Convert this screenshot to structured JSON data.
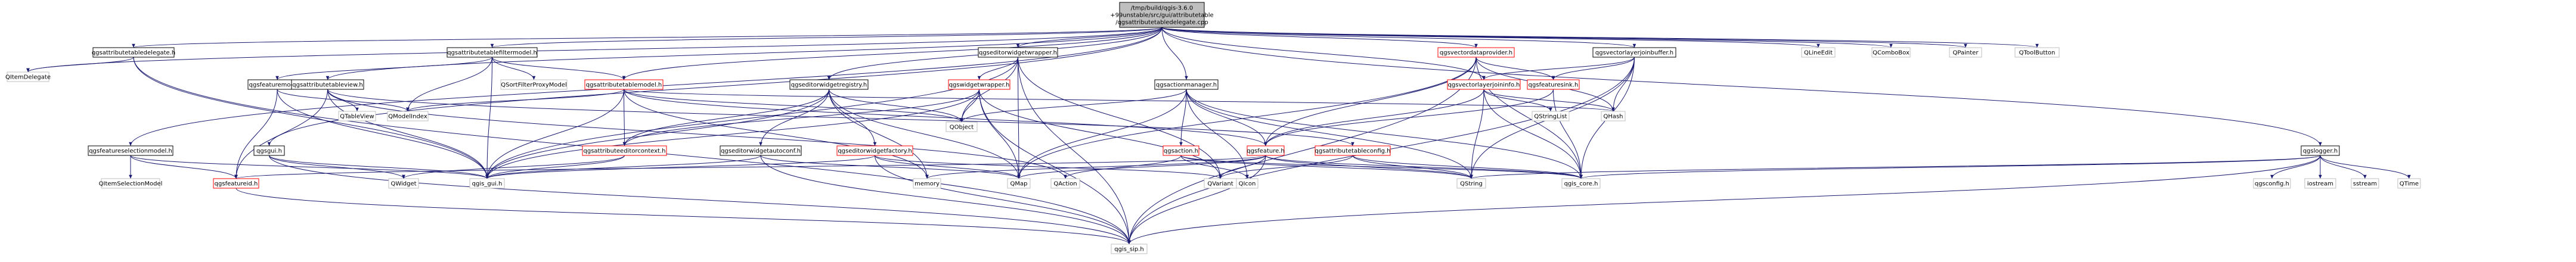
{
  "colors": {
    "edge": "#191970",
    "node_border": "#000000",
    "node_fill": "#ffffff",
    "root_fill": "#bfbfbf",
    "missing_border": "#bfbfbf",
    "red_border": "#ff0000"
  },
  "nodes": [
    {
      "id": "root",
      "lines": [
        "/tmp/build/qgis-3.6.0",
        "+99unstable/src/gui/attributetable",
        "/qgsattributetabledelegate.cpp"
      ],
      "style": "root"
    },
    {
      "id": "qgsattributetabledelegate_h",
      "lines": [
        "qgsattributetabledelegate.h"
      ],
      "style": "normal"
    },
    {
      "id": "QItemDelegate",
      "lines": [
        "QItemDelegate"
      ],
      "style": "missing"
    },
    {
      "id": "qgsattributetablefiltermodel_h",
      "lines": [
        "qgsattributetablefiltermodel.h"
      ],
      "style": "normal"
    },
    {
      "id": "qgsfeaturemodel_h",
      "lines": [
        "qgsfeaturemodel.h"
      ],
      "style": "normal"
    },
    {
      "id": "qgsattributetableview_h",
      "lines": [
        "qgsattributetableview.h"
      ],
      "style": "normal"
    },
    {
      "id": "QSortFilterProxyModel",
      "lines": [
        "QSortFilterProxyModel"
      ],
      "style": "missing"
    },
    {
      "id": "qgsattributetablemodel_h",
      "lines": [
        "qgsattributetablemodel.h"
      ],
      "style": "red"
    },
    {
      "id": "qgseditorwidgetwrapper_h",
      "lines": [
        "qgseditorwidgetwrapper.h"
      ],
      "style": "normal"
    },
    {
      "id": "qgseditorwidgetregistry_h",
      "lines": [
        "qgseditorwidgetregistry.h"
      ],
      "style": "normal"
    },
    {
      "id": "qgswidgetwrapper_h",
      "lines": [
        "qgswidgetwrapper.h"
      ],
      "style": "red"
    },
    {
      "id": "qgsactionmanager_h",
      "lines": [
        "qgsactionmanager.h"
      ],
      "style": "normal"
    },
    {
      "id": "qgsvectordataprovider_h",
      "lines": [
        "qgsvectordataprovider.h"
      ],
      "style": "red"
    },
    {
      "id": "qgsvectorlayerjoinbuffer_h",
      "lines": [
        "qgsvectorlayerjoinbuffer.h"
      ],
      "style": "normal"
    },
    {
      "id": "QLineEdit",
      "lines": [
        "QLineEdit"
      ],
      "style": "missing"
    },
    {
      "id": "QComboBox",
      "lines": [
        "QComboBox"
      ],
      "style": "missing"
    },
    {
      "id": "QPainter",
      "lines": [
        "QPainter"
      ],
      "style": "missing"
    },
    {
      "id": "QToolButton",
      "lines": [
        "QToolButton"
      ],
      "style": "missing"
    },
    {
      "id": "qgsfeatureselectionmodel_h",
      "lines": [
        "qgsfeatureselectionmodel.h"
      ],
      "style": "normal"
    },
    {
      "id": "QItemSelectionModel",
      "lines": [
        "QItemSelectionModel"
      ],
      "style": "missing"
    },
    {
      "id": "qgsgui_h",
      "lines": [
        "qgsgui.h"
      ],
      "style": "normal"
    },
    {
      "id": "QTableView",
      "lines": [
        "QTableView"
      ],
      "style": "missing"
    },
    {
      "id": "QModelIndex",
      "lines": [
        "QModelIndex"
      ],
      "style": "missing"
    },
    {
      "id": "qgsattributeeditorcontext_h",
      "lines": [
        "qgsattributeeditorcontext.h"
      ],
      "style": "red"
    },
    {
      "id": "qgseditorwidgetautoconf_h",
      "lines": [
        "qgseditorwidgetautoconf.h"
      ],
      "style": "normal"
    },
    {
      "id": "qgseditorwidgetfactory_h",
      "lines": [
        "qgseditorwidgetfactory.h"
      ],
      "style": "red"
    },
    {
      "id": "QObject",
      "lines": [
        "QObject"
      ],
      "style": "missing"
    },
    {
      "id": "qgsvectorlayerjoininfo_h",
      "lines": [
        "qgsvectorlayerjoininfo.h"
      ],
      "style": "red"
    },
    {
      "id": "qgsfeaturesink_h",
      "lines": [
        "qgsfeaturesink.h"
      ],
      "style": "red"
    },
    {
      "id": "qgsaction_h",
      "lines": [
        "qgsaction.h"
      ],
      "style": "red"
    },
    {
      "id": "qgsfeature_h",
      "lines": [
        "qgsfeature.h"
      ],
      "style": "red"
    },
    {
      "id": "qgsattributetableconfig_h",
      "lines": [
        "qgsattributetableconfig.h"
      ],
      "style": "red"
    },
    {
      "id": "QStringList",
      "lines": [
        "QStringList"
      ],
      "style": "missing"
    },
    {
      "id": "QHash",
      "lines": [
        "QHash"
      ],
      "style": "missing"
    },
    {
      "id": "qgslogger_h",
      "lines": [
        "qgslogger.h"
      ],
      "style": "normal"
    },
    {
      "id": "qgsfeatureid_h",
      "lines": [
        "qgsfeatureid.h"
      ],
      "style": "red"
    },
    {
      "id": "QWidget",
      "lines": [
        "QWidget"
      ],
      "style": "missing"
    },
    {
      "id": "qgis_gui_h",
      "lines": [
        "qgis_gui.h"
      ],
      "style": "missing"
    },
    {
      "id": "memory",
      "lines": [
        "memory"
      ],
      "style": "missing"
    },
    {
      "id": "QAction",
      "lines": [
        "QAction"
      ],
      "style": "missing"
    },
    {
      "id": "QMap",
      "lines": [
        "QMap"
      ],
      "style": "missing"
    },
    {
      "id": "QVariant",
      "lines": [
        "QVariant"
      ],
      "style": "missing"
    },
    {
      "id": "QIcon",
      "lines": [
        "QIcon"
      ],
      "style": "missing"
    },
    {
      "id": "QString",
      "lines": [
        "QString"
      ],
      "style": "missing"
    },
    {
      "id": "qgis_core_h",
      "lines": [
        "qgis_core.h"
      ],
      "style": "missing"
    },
    {
      "id": "qgsconfig_h",
      "lines": [
        "qgsconfig.h"
      ],
      "style": "missing"
    },
    {
      "id": "iostream",
      "lines": [
        "iostream"
      ],
      "style": "missing"
    },
    {
      "id": "sstream",
      "lines": [
        "sstream"
      ],
      "style": "missing"
    },
    {
      "id": "QTime",
      "lines": [
        "QTime"
      ],
      "style": "missing"
    },
    {
      "id": "qgis_sip_h",
      "lines": [
        "qgis_sip.h"
      ],
      "style": "missing"
    }
  ],
  "edges": [
    [
      "root",
      "qgsattributetabledelegate_h"
    ],
    [
      "root",
      "qgsattributetablefiltermodel_h"
    ],
    [
      "root",
      "qgsattributetableview_h"
    ],
    [
      "root",
      "qgsfeatureselectionmodel_h"
    ],
    [
      "root",
      "qgsgui_h"
    ],
    [
      "root",
      "qgseditorwidgetwrapper_h"
    ],
    [
      "root",
      "qgseditorwidgetregistry_h"
    ],
    [
      "root",
      "qgsactionmanager_h"
    ],
    [
      "root",
      "qgsvectordataprovider_h"
    ],
    [
      "root",
      "qgsvectorlayerjoinbuffer_h"
    ],
    [
      "root",
      "qgsvectorlayerjoininfo_h"
    ],
    [
      "root",
      "qgslogger_h"
    ],
    [
      "root",
      "QLineEdit"
    ],
    [
      "root",
      "QComboBox"
    ],
    [
      "root",
      "QPainter"
    ],
    [
      "root",
      "QToolButton"
    ],
    [
      "root",
      "QItemDelegate"
    ],
    [
      "root",
      "qgsattributetablemodel_h"
    ],
    [
      "qgsattributetabledelegate_h",
      "QItemDelegate"
    ],
    [
      "qgsattributetabledelegate_h",
      "qgis_gui_h"
    ],
    [
      "qgsattributetabledelegate_h",
      "qgis_sip_h"
    ],
    [
      "qgsattributetablefiltermodel_h",
      "QSortFilterProxyModel"
    ],
    [
      "qgsattributetablefiltermodel_h",
      "QModelIndex"
    ],
    [
      "qgsattributetablefiltermodel_h",
      "qgsattributetablemodel_h"
    ],
    [
      "qgsattributetablefiltermodel_h",
      "qgsfeaturemodel_h"
    ],
    [
      "qgsattributetablefiltermodel_h",
      "qgis_gui_h"
    ],
    [
      "qgsfeaturemodel_h",
      "QModelIndex"
    ],
    [
      "qgsfeaturemodel_h",
      "qgsfeatureid_h"
    ],
    [
      "qgsfeaturemodel_h",
      "qgis_gui_h"
    ],
    [
      "qgsattributetableview_h",
      "QTableView"
    ],
    [
      "qgsattributetableview_h",
      "QAction"
    ],
    [
      "qgsattributetableview_h",
      "qgsfeatureid_h"
    ],
    [
      "qgsattributetableview_h",
      "qgis_gui_h"
    ],
    [
      "qgsattributetableview_h",
      "qgsattributetableconfig_h"
    ],
    [
      "qgsattributetablemodel_h",
      "QModelIndex"
    ],
    [
      "qgsattributetablemodel_h",
      "QObject"
    ],
    [
      "qgsattributetablemodel_h",
      "QHash"
    ],
    [
      "qgsattributetablemodel_h",
      "qgsattributeeditorcontext_h"
    ],
    [
      "qgsattributetablemodel_h",
      "qgis_gui_h"
    ],
    [
      "qgsattributetablemodel_h",
      "memory"
    ],
    [
      "qgsattributetablemodel_h",
      "qgsfeature_h"
    ],
    [
      "qgseditorwidgetwrapper_h",
      "QMap"
    ],
    [
      "qgseditorwidgetwrapper_h",
      "QObject"
    ],
    [
      "qgseditorwidgetwrapper_h",
      "QVariant"
    ],
    [
      "qgseditorwidgetwrapper_h",
      "qgswidgetwrapper_h"
    ],
    [
      "qgseditorwidgetwrapper_h",
      "qgis_gui_h"
    ],
    [
      "qgseditorwidgetwrapper_h",
      "qgis_sip_h"
    ],
    [
      "qgseditorwidgetregistry_h",
      "QMap"
    ],
    [
      "qgseditorwidgetregistry_h",
      "QObject"
    ],
    [
      "qgseditorwidgetregistry_h",
      "qgseditorwidgetautoconf_h"
    ],
    [
      "qgseditorwidgetregistry_h",
      "qgseditorwidgetfactory_h"
    ],
    [
      "qgseditorwidgetregistry_h",
      "qgsattributeeditorcontext_h"
    ],
    [
      "qgseditorwidgetregistry_h",
      "qgis_gui_h"
    ],
    [
      "qgseditorwidgetregistry_h",
      "memory"
    ],
    [
      "qgswidgetwrapper_h",
      "QMap"
    ],
    [
      "qgswidgetwrapper_h",
      "QObject"
    ],
    [
      "qgswidgetwrapper_h",
      "QVariant"
    ],
    [
      "qgswidgetwrapper_h",
      "qgsattributeeditorcontext_h"
    ],
    [
      "qgswidgetwrapper_h",
      "qgis_gui_h"
    ],
    [
      "qgswidgetwrapper_h",
      "qgis_sip_h"
    ],
    [
      "qgsattributeeditorcontext_h",
      "QWidget"
    ],
    [
      "qgsattributeeditorcontext_h",
      "qgis_gui_h"
    ],
    [
      "qgseditorwidgetautoconf_h",
      "QMap"
    ],
    [
      "qgseditorwidgetautoconf_h",
      "qgis_gui_h"
    ],
    [
      "qgseditorwidgetautoconf_h",
      "qgis_sip_h"
    ],
    [
      "qgseditorwidgetfactory_h",
      "QMap"
    ],
    [
      "qgseditorwidgetfactory_h",
      "QVariant"
    ],
    [
      "qgseditorwidgetfactory_h",
      "qgis_gui_h"
    ],
    [
      "qgseditorwidgetfactory_h",
      "qgis_sip_h"
    ],
    [
      "qgsactionmanager_h",
      "QMap"
    ],
    [
      "qgsactionmanager_h",
      "QObject"
    ],
    [
      "qgsactionmanager_h",
      "QString"
    ],
    [
      "qgsactionmanager_h",
      "QIcon"
    ],
    [
      "qgsactionmanager_h",
      "qgsaction_h"
    ],
    [
      "qgsactionmanager_h",
      "qgsfeature_h"
    ],
    [
      "qgsactionmanager_h",
      "qgis_core_h"
    ],
    [
      "qgsaction_h",
      "QString"
    ],
    [
      "qgsaction_h",
      "QIcon"
    ],
    [
      "qgsaction_h",
      "QAction"
    ],
    [
      "qgsaction_h",
      "qgis_core_h"
    ],
    [
      "qgsvectordataprovider_h",
      "qgis_core_h"
    ],
    [
      "qgsvectordataprovider_h",
      "qgis_sip_h"
    ],
    [
      "qgsvectordataprovider_h",
      "QHash"
    ],
    [
      "qgsvectordataprovider_h",
      "qgsfeaturesink_h"
    ],
    [
      "qgsvectordataprovider_h",
      "qgsfeature_h"
    ],
    [
      "qgsvectordataprovider_h",
      "QMap"
    ],
    [
      "qgsvectorlayerjoinbuffer_h",
      "qgis_core_h"
    ],
    [
      "qgsvectorlayerjoinbuffer_h",
      "qgis_sip_h"
    ],
    [
      "qgsvectorlayerjoinbuffer_h",
      "QHash"
    ],
    [
      "qgsvectorlayerjoinbuffer_h",
      "qgsvectorlayerjoininfo_h"
    ],
    [
      "qgsvectorlayerjoinbuffer_h",
      "qgsfeaturesink_h"
    ],
    [
      "qgsvectorlayerjoinbuffer_h",
      "QString"
    ],
    [
      "qgsvectorlayerjoininfo_h",
      "QHash"
    ],
    [
      "qgsvectorlayerjoininfo_h",
      "QString"
    ],
    [
      "qgsvectorlayerjoininfo_h",
      "QStringList"
    ],
    [
      "qgsvectorlayerjoininfo_h",
      "qgis_core_h"
    ],
    [
      "qgsvectorlayerjoininfo_h",
      "qgsfeature_h"
    ],
    [
      "qgsfeaturesink_h",
      "QList"
    ],
    [
      "qgsfeaturesink_h",
      "qgis_core_h"
    ],
    [
      "qgsfeaturesink_h",
      "qgsfeature_h"
    ],
    [
      "qgsfeature_h",
      "qgis_core_h"
    ],
    [
      "qgsfeature_h",
      "qgis_sip_h"
    ],
    [
      "qgsfeature_h",
      "QMap"
    ],
    [
      "qgsfeature_h",
      "QString"
    ],
    [
      "qgsfeature_h",
      "QVariant"
    ],
    [
      "qgsfeature_h",
      "memory"
    ],
    [
      "qgsfeature_h",
      "qgsfeatureid_h"
    ],
    [
      "qgsattributetableconfig_h",
      "QString"
    ],
    [
      "qgsattributetableconfig_h",
      "QVariant"
    ],
    [
      "qgsattributetableconfig_h",
      "qgis_core_h"
    ],
    [
      "qgsfeatureselectionmodel_h",
      "QItemSelectionModel"
    ],
    [
      "qgsfeatureselectionmodel_h",
      "qgsfeatureid_h"
    ],
    [
      "qgsfeatureselectionmodel_h",
      "qgis_gui_h"
    ],
    [
      "qgsgui_h",
      "qgis_gui_h"
    ],
    [
      "qgsgui_h",
      "QWidget"
    ],
    [
      "qgsgui_h",
      "qgis_sip_h"
    ],
    [
      "qgsfeatureid_h",
      "qgis_sip_h"
    ],
    [
      "qgslogger_h",
      "iostream"
    ],
    [
      "qgslogger_h",
      "sstream"
    ],
    [
      "qgslogger_h",
      "QString"
    ],
    [
      "qgslogger_h",
      "QTime"
    ],
    [
      "qgslogger_h",
      "qgis_core_h"
    ],
    [
      "qgslogger_h",
      "qgsconfig_h"
    ],
    [
      "qgslogger_h",
      "qgis_sip_h"
    ]
  ]
}
